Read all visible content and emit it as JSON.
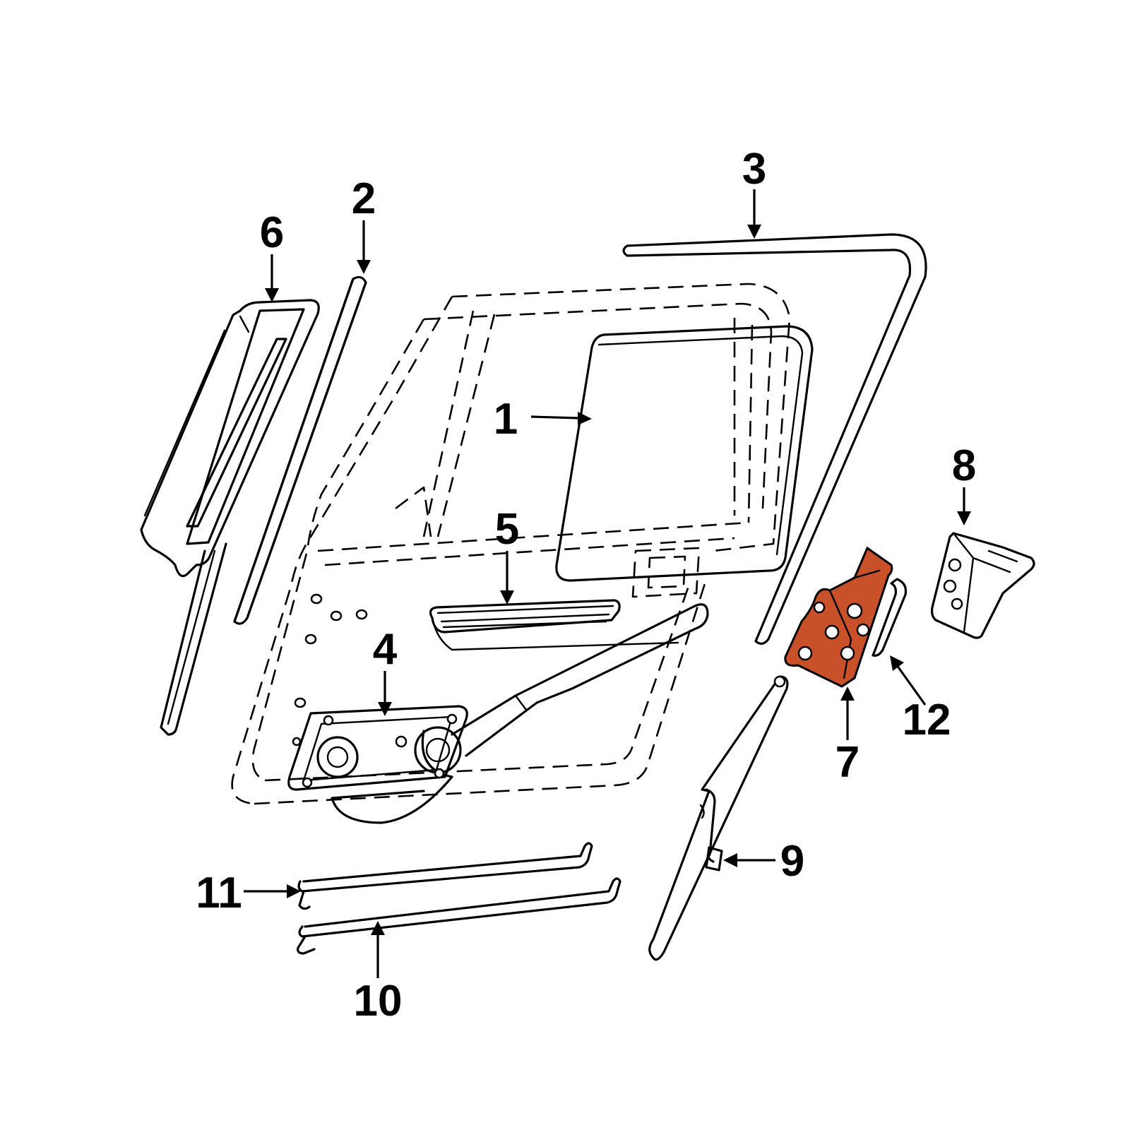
{
  "callouts": {
    "c1": "1",
    "c2": "2",
    "c3": "3",
    "c4": "4",
    "c5": "5",
    "c6": "6",
    "c7": "7",
    "c8": "8",
    "c9": "9",
    "c10": "10",
    "c11": "11",
    "c12": "12"
  },
  "colors": {
    "highlight": "#c8512a",
    "line": "#000000",
    "background": "#ffffff"
  }
}
